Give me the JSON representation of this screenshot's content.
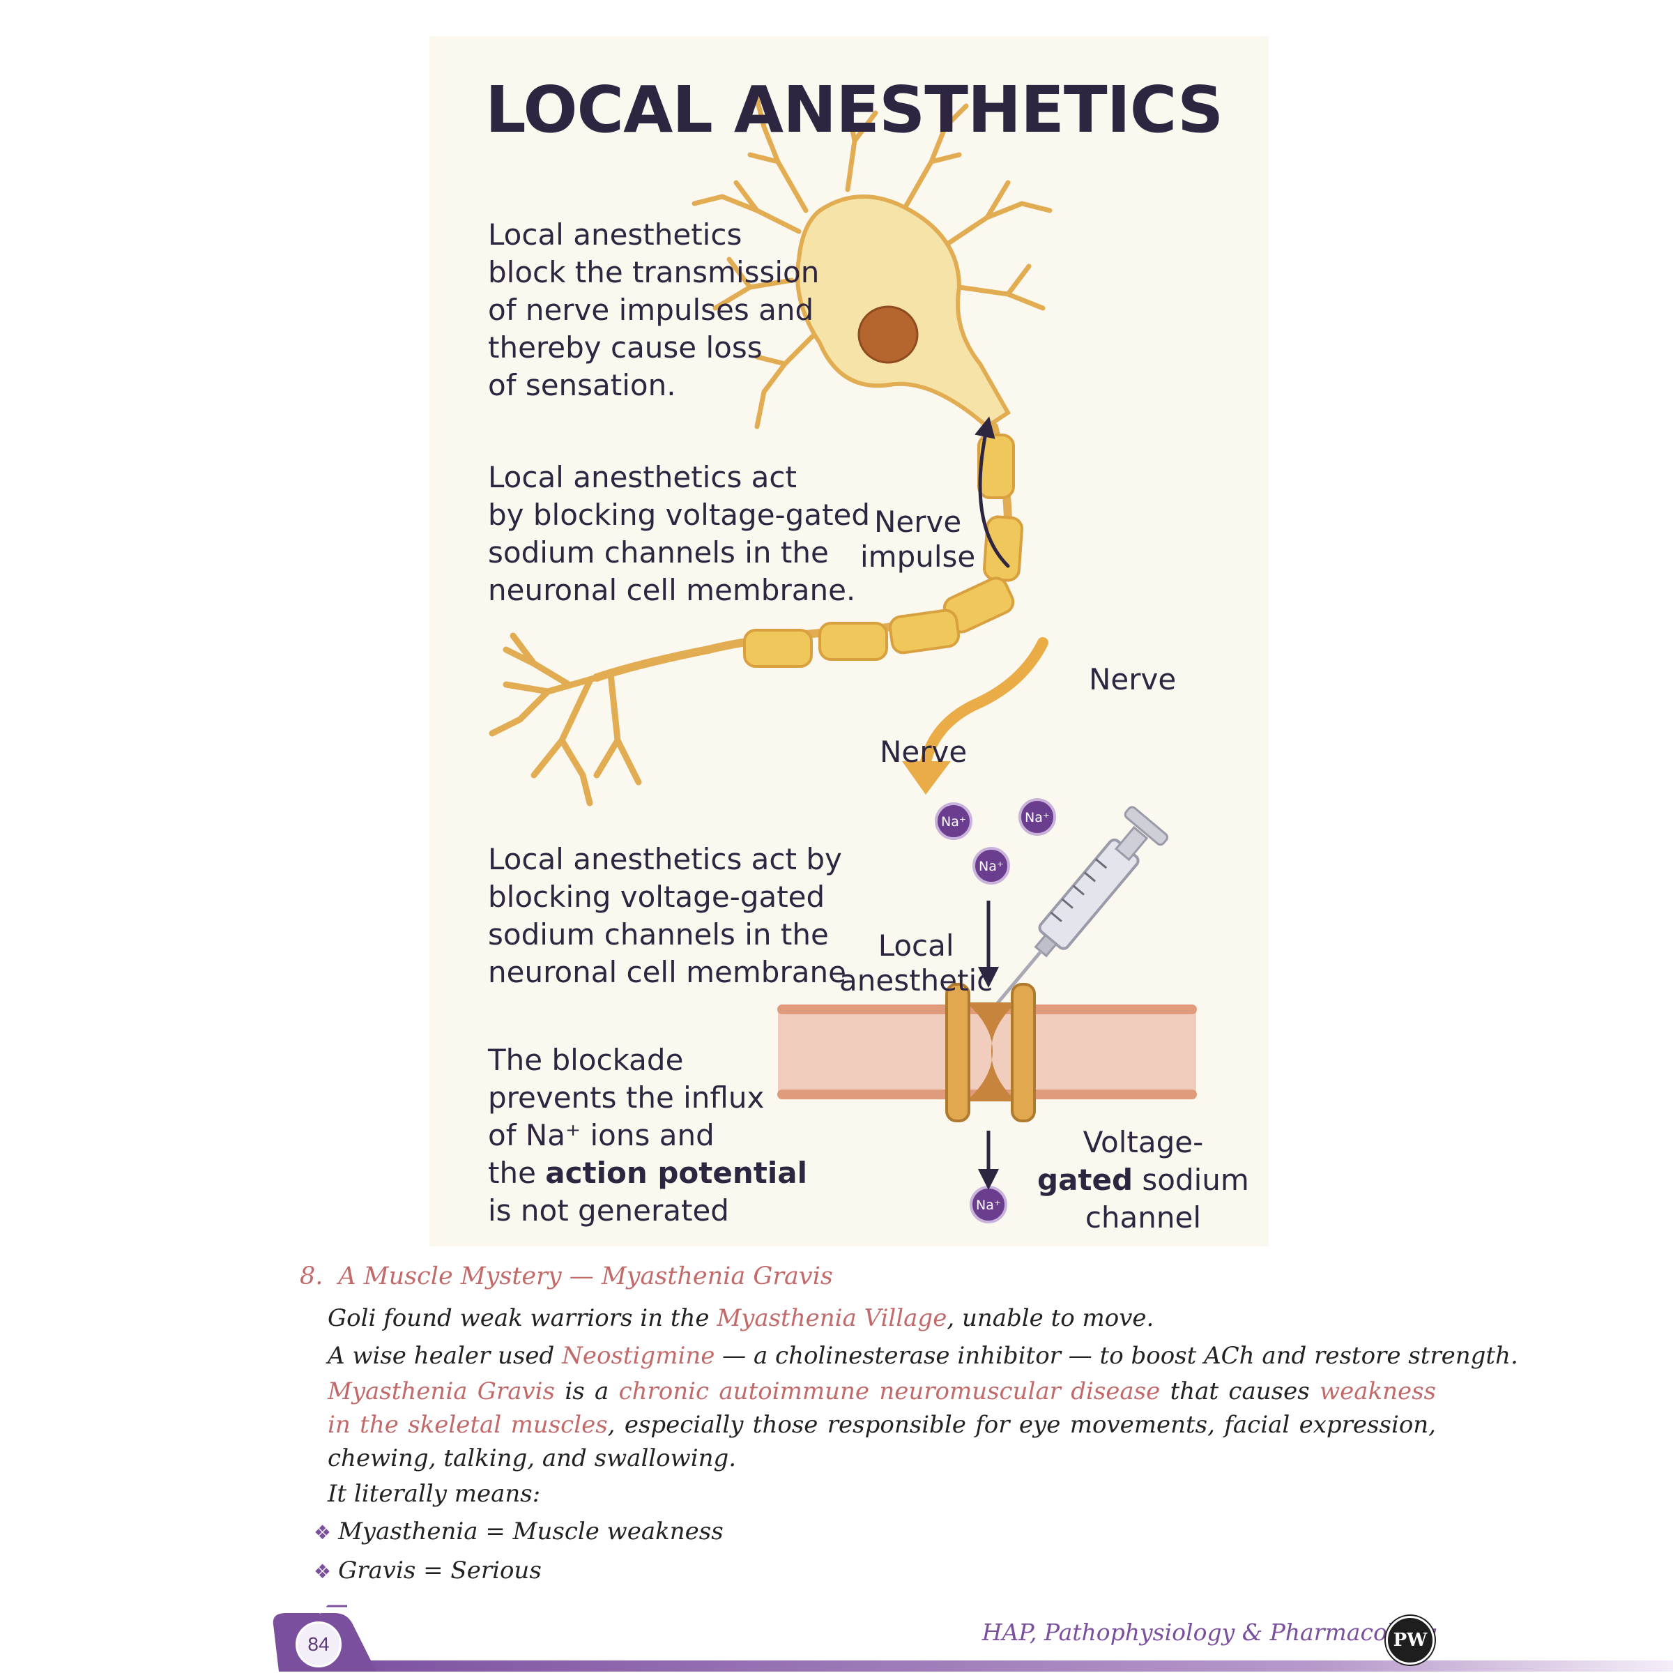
{
  "infographic": {
    "title": "LOCAL ANESTHETICS",
    "intro": [
      "Local anesthetics",
      "block the transmission",
      "of nerve impulses and",
      "thereby cause loss",
      "of sensation."
    ],
    "mechanism": [
      "Local anesthetics act",
      "by blocking voltage-gated",
      "sodium channels in the",
      "neuronal cell membrane."
    ],
    "mechanism_repeat": [
      "Local anesthetics act by",
      "blocking voltage-gated",
      "sodium channels in the",
      "neuronal cell membrane"
    ],
    "blockade": {
      "line1": "The blockade",
      "line2": "prevents the influx",
      "line3": "of Na⁺ ions and",
      "line4_pre": "the ",
      "line4_bold": "action potential",
      "line5": "is not generated"
    },
    "labels": {
      "nerve_impulse_1": "Nerve",
      "nerve_impulse_2": "impulse",
      "nerve_right": "Nerve",
      "nerve_left": "Nerve",
      "local_anesthetic_1": "Local",
      "local_anesthetic_2": "anesthetic",
      "channel_1": "Voltage-",
      "channel_2_bold": "gated",
      "channel_2_rest": " sodium",
      "channel_3": "channel",
      "ion": "Na⁺"
    },
    "colors": {
      "neuron_fill": "#f5e3a8",
      "neuron_stroke": "#e0aa4c",
      "myelin": "#f0c75a",
      "nucleus": "#b5652e",
      "ion_purple": "#6b3d8f",
      "membrane": "#e8b49a",
      "channel": "#d9a04a",
      "arrow_orange": "#e9ac47",
      "text_dark": "#2e2640"
    }
  },
  "notes": {
    "number": "8.",
    "heading": "A Muscle Mystery — Myasthenia Gravis",
    "line1_pre": "Goli found weak warriors in the ",
    "line1_hl": "Myasthenia Village",
    "line1_post": ", unable to move.",
    "line2_pre": "A wise healer used ",
    "line2_hl": "Neostigmine",
    "line2_post": " — a cholinesterase inhibitor — to boost ACh and restore strength.",
    "para_hl1": "Myasthenia Gravis",
    "para_t1": " is a ",
    "para_hl2": "chronic autoimmune neuromuscular disease",
    "para_t2": " that causes ",
    "para_hl3": "weakness in the skeletal muscles",
    "para_t3": ", especially those responsible for eye movements, facial expression, chewing, talking, and swallowing.",
    "literal": "It literally means:",
    "bullets": [
      "Myasthenia = Muscle weakness",
      "Gravis = Serious"
    ],
    "bullet_icon": "diamond-bullet-icon"
  },
  "footer": {
    "page_number": "84",
    "book_title": "HAP, Pathophysiology & Pharmacology",
    "logo_text": "PW",
    "accent": "#7a4f9e"
  }
}
